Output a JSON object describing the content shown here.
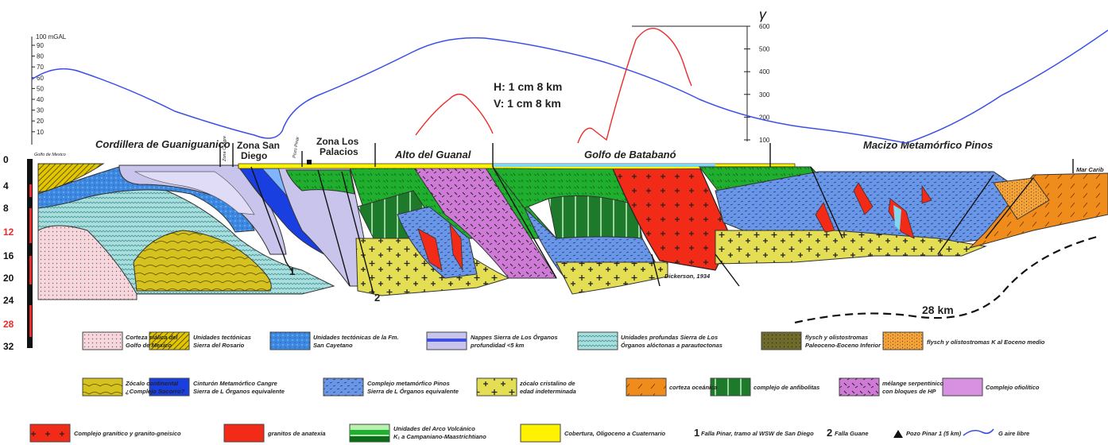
{
  "colors": {
    "gravity": "#3a4fe8",
    "magnetic": "#ee2b2b",
    "gulf_crust": "#f3d8dd",
    "rosario": "#e2c700",
    "san_cayetano": "#3d88e0",
    "nappes": "#c8c4ec",
    "deep_units": "#a8dede",
    "flysch_k": "#f2a43a",
    "flysch_pal": "#6e6a2a",
    "socorro": "#d6c21e",
    "cangre": "#1a3fe0",
    "pinos": "#6a96e8",
    "basement": "#e4de55",
    "oceanic": "#f08c1c",
    "amphibolite": "#1c7a2a",
    "melange": "#d07ad8",
    "ophiolite": "#d890e0",
    "granite": "#f22a18",
    "anatexis": "#f22a18",
    "arc": "#20b030",
    "cover": "#fff200",
    "water": "#7fd8f0"
  },
  "gravity_scale": {
    "unit": "100 mGAL",
    "ticks": [
      "90",
      "80",
      "70",
      "60",
      "50",
      "40",
      "30",
      "20",
      "10"
    ]
  },
  "magnetic_scale": {
    "symbol": "γ",
    "ticks": [
      "600",
      "500",
      "400",
      "300",
      "200",
      "100"
    ]
  },
  "scale_note": {
    "h": "H: 1 cm 8 km",
    "v": "V: 1 cm 8 km"
  },
  "depth_axis": {
    "labels": [
      "0",
      "4",
      "8",
      "12",
      "16",
      "20",
      "24",
      "28",
      "32"
    ]
  },
  "zones": {
    "gulf": "Golfo de Mexico",
    "cordillera": "Cordillera de Guaniguanico",
    "zone_small": "Zona Cangre",
    "san_diego_1": "Zona San",
    "san_diego_2": "Diego",
    "pozo_label": "Pozo Pinar",
    "palacios_1": "Zona Los",
    "palacios_2": "Palacios",
    "guanal": "Alto del Guanal",
    "batabano": "Golfo de Batabanó",
    "pinos": "Macizo Metamórfico Pinos",
    "caribe": "Mar Carib"
  },
  "annotations": {
    "fault1": "1",
    "fault2": "2",
    "dickerson": "Dickerson, 1934",
    "moho": "28 km"
  },
  "legend": {
    "row1": [
      {
        "l1": "Corteza siálica del",
        "l2": "Golfo de Mexico"
      },
      {
        "l1": "Unidades tectónicas",
        "l2": "Sierra del Rosario"
      },
      {
        "l1": "Unidades tectónicas de la Fm.",
        "l2": "San Cayetano"
      },
      {
        "l1": "Nappes  Sierra de Los Órganos",
        "l2": "profundidad <5 km"
      },
      {
        "l1": "Unidades profundas Sierra de Los",
        "l2": "Órganos alóctonas a parautoctonas"
      },
      {
        "l1": "flysch y olistostromas",
        "l2": "Paleoceno-Eoceno Inferior"
      },
      {
        "l1": "flysch y olistostromas  K  al Eoceno medio",
        "l2": ""
      }
    ],
    "row2": [
      {
        "l1": "Zócalo continental",
        "l2": "¿Complejo Socorro?"
      },
      {
        "l1": "Cinturón Metamórfico Cangre",
        "l2": "Sierra de L Órganos equivalente"
      },
      {
        "l1": "Complejo metamórfico Pinos",
        "l2": "Sierra de L Órganos equivalente"
      },
      {
        "l1": "zócalo cristalino de",
        "l2": "edad indeterminada"
      },
      {
        "l1": "corteza oceánica",
        "l2": ""
      },
      {
        "l1": "complejo de anfibolitas",
        "l2": ""
      },
      {
        "l1": "mélange serpentínico",
        "l2": "con bloques de HP"
      },
      {
        "l1": "Complejo ofiolítico",
        "l2": ""
      }
    ],
    "row3": [
      {
        "l1": "Complejo granítico y granito-gneisico",
        "l2": ""
      },
      {
        "l1": "granitos de anatexia",
        "l2": ""
      },
      {
        "l1": "Unidades del Arco Volcánico",
        "l2": "K₁ a Campaniano-Maastrichtiano"
      },
      {
        "l1": "Cobertura, Oligoceno a Cuaternario",
        "l2": ""
      }
    ],
    "symbols": {
      "n1": "1",
      "fault1": "Falla Pinar, tramo al WSW de San Diego",
      "n2": "2",
      "fault2": "Falla Guane",
      "pozo": "Pozo Pinar 1 (5 km)",
      "gravity": "G aire libre"
    }
  }
}
